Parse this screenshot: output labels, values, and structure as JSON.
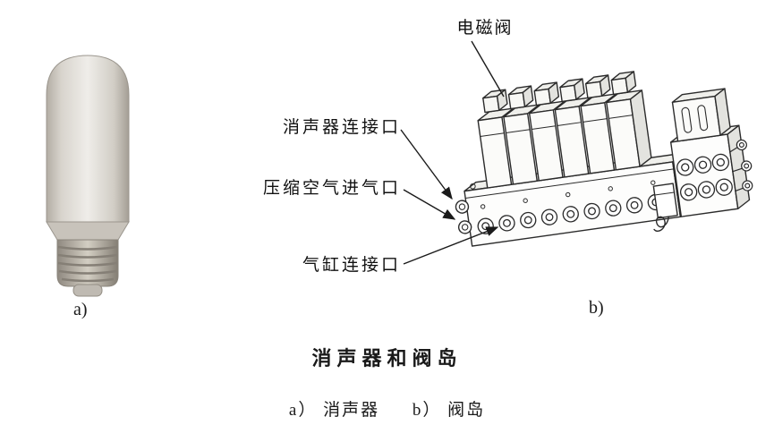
{
  "page": {
    "background": "#ffffff",
    "ink": "#1a1a1a"
  },
  "figure": {
    "annotations": {
      "solenoid_valve": "电磁阀",
      "muffler_port": "消声器连接口",
      "air_inlet": "压缩空气进气口",
      "cylinder_port": "气缸连接口"
    },
    "part_labels": {
      "a": "a)",
      "b": "b)"
    },
    "caption": "消声器和阀岛",
    "subcaption": {
      "a": "a） 消声器",
      "b": "b） 阀岛"
    }
  }
}
